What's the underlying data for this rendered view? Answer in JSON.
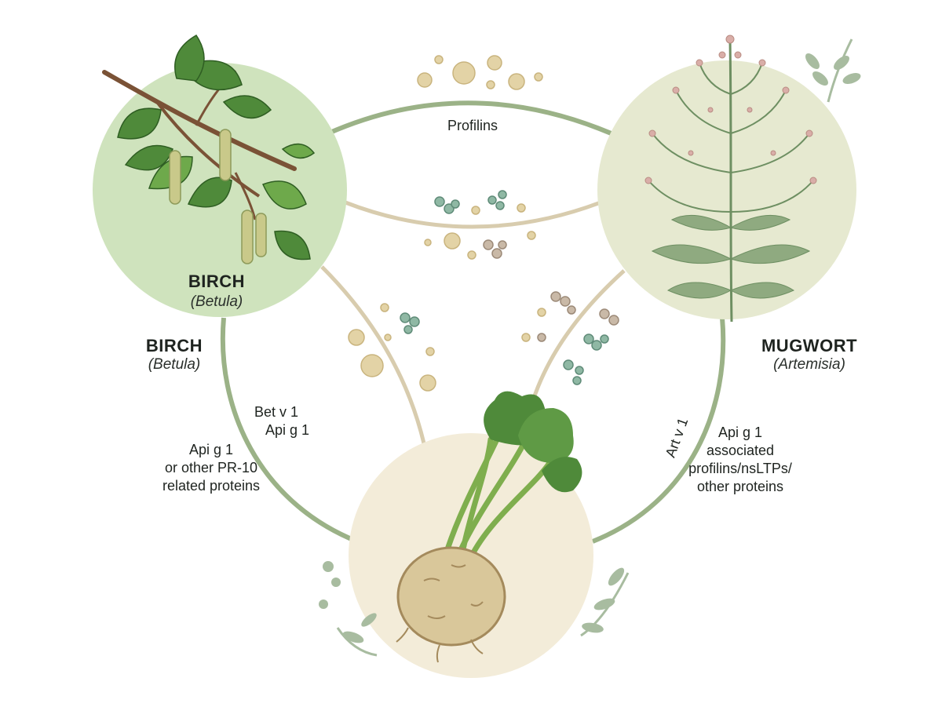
{
  "colors": {
    "outer_ring": "#9bb287",
    "inner_arc": "#d8ccae",
    "birch_fill": "#cfe3bd",
    "mugwort_fill": "#e6e9d0",
    "celery_fill": "#f3ecd9",
    "leaf_dark": "#4f8a3a",
    "leaf_light": "#6ea94b",
    "pollen": "#d9c79a",
    "protein_green": "#8fb8a4",
    "protein_beige": "#c9b9a7"
  },
  "icons": {
    "birch": "birch-branch-icon",
    "mugwort": "mugwort-plant-icon",
    "celery": "celeriac-root-icon",
    "pollen": "pollen-grain-icon",
    "protein": "protein-molecule-icon"
  },
  "nodes": {
    "birch_inner": {
      "title": "BIRCH",
      "latin": "(Betula)"
    },
    "birch_outer": {
      "title": "BIRCH",
      "latin": "(Betula)"
    },
    "mugwort": {
      "title": "MUGWORT",
      "latin": "(Artemisia)"
    }
  },
  "edges": {
    "top": {
      "label": "Profilins"
    },
    "left_inner": {
      "lines": [
        "Bet v 1",
        "Api g 1"
      ]
    },
    "left_outer": {
      "lines": [
        "Api g 1",
        "or other PR-10",
        "related proteins"
      ]
    },
    "right_rotated": {
      "label": "Art v 1"
    },
    "right": {
      "lines": [
        "Api g 1",
        "associated",
        "profilins/nsLTPs/",
        "other proteins"
      ]
    }
  }
}
